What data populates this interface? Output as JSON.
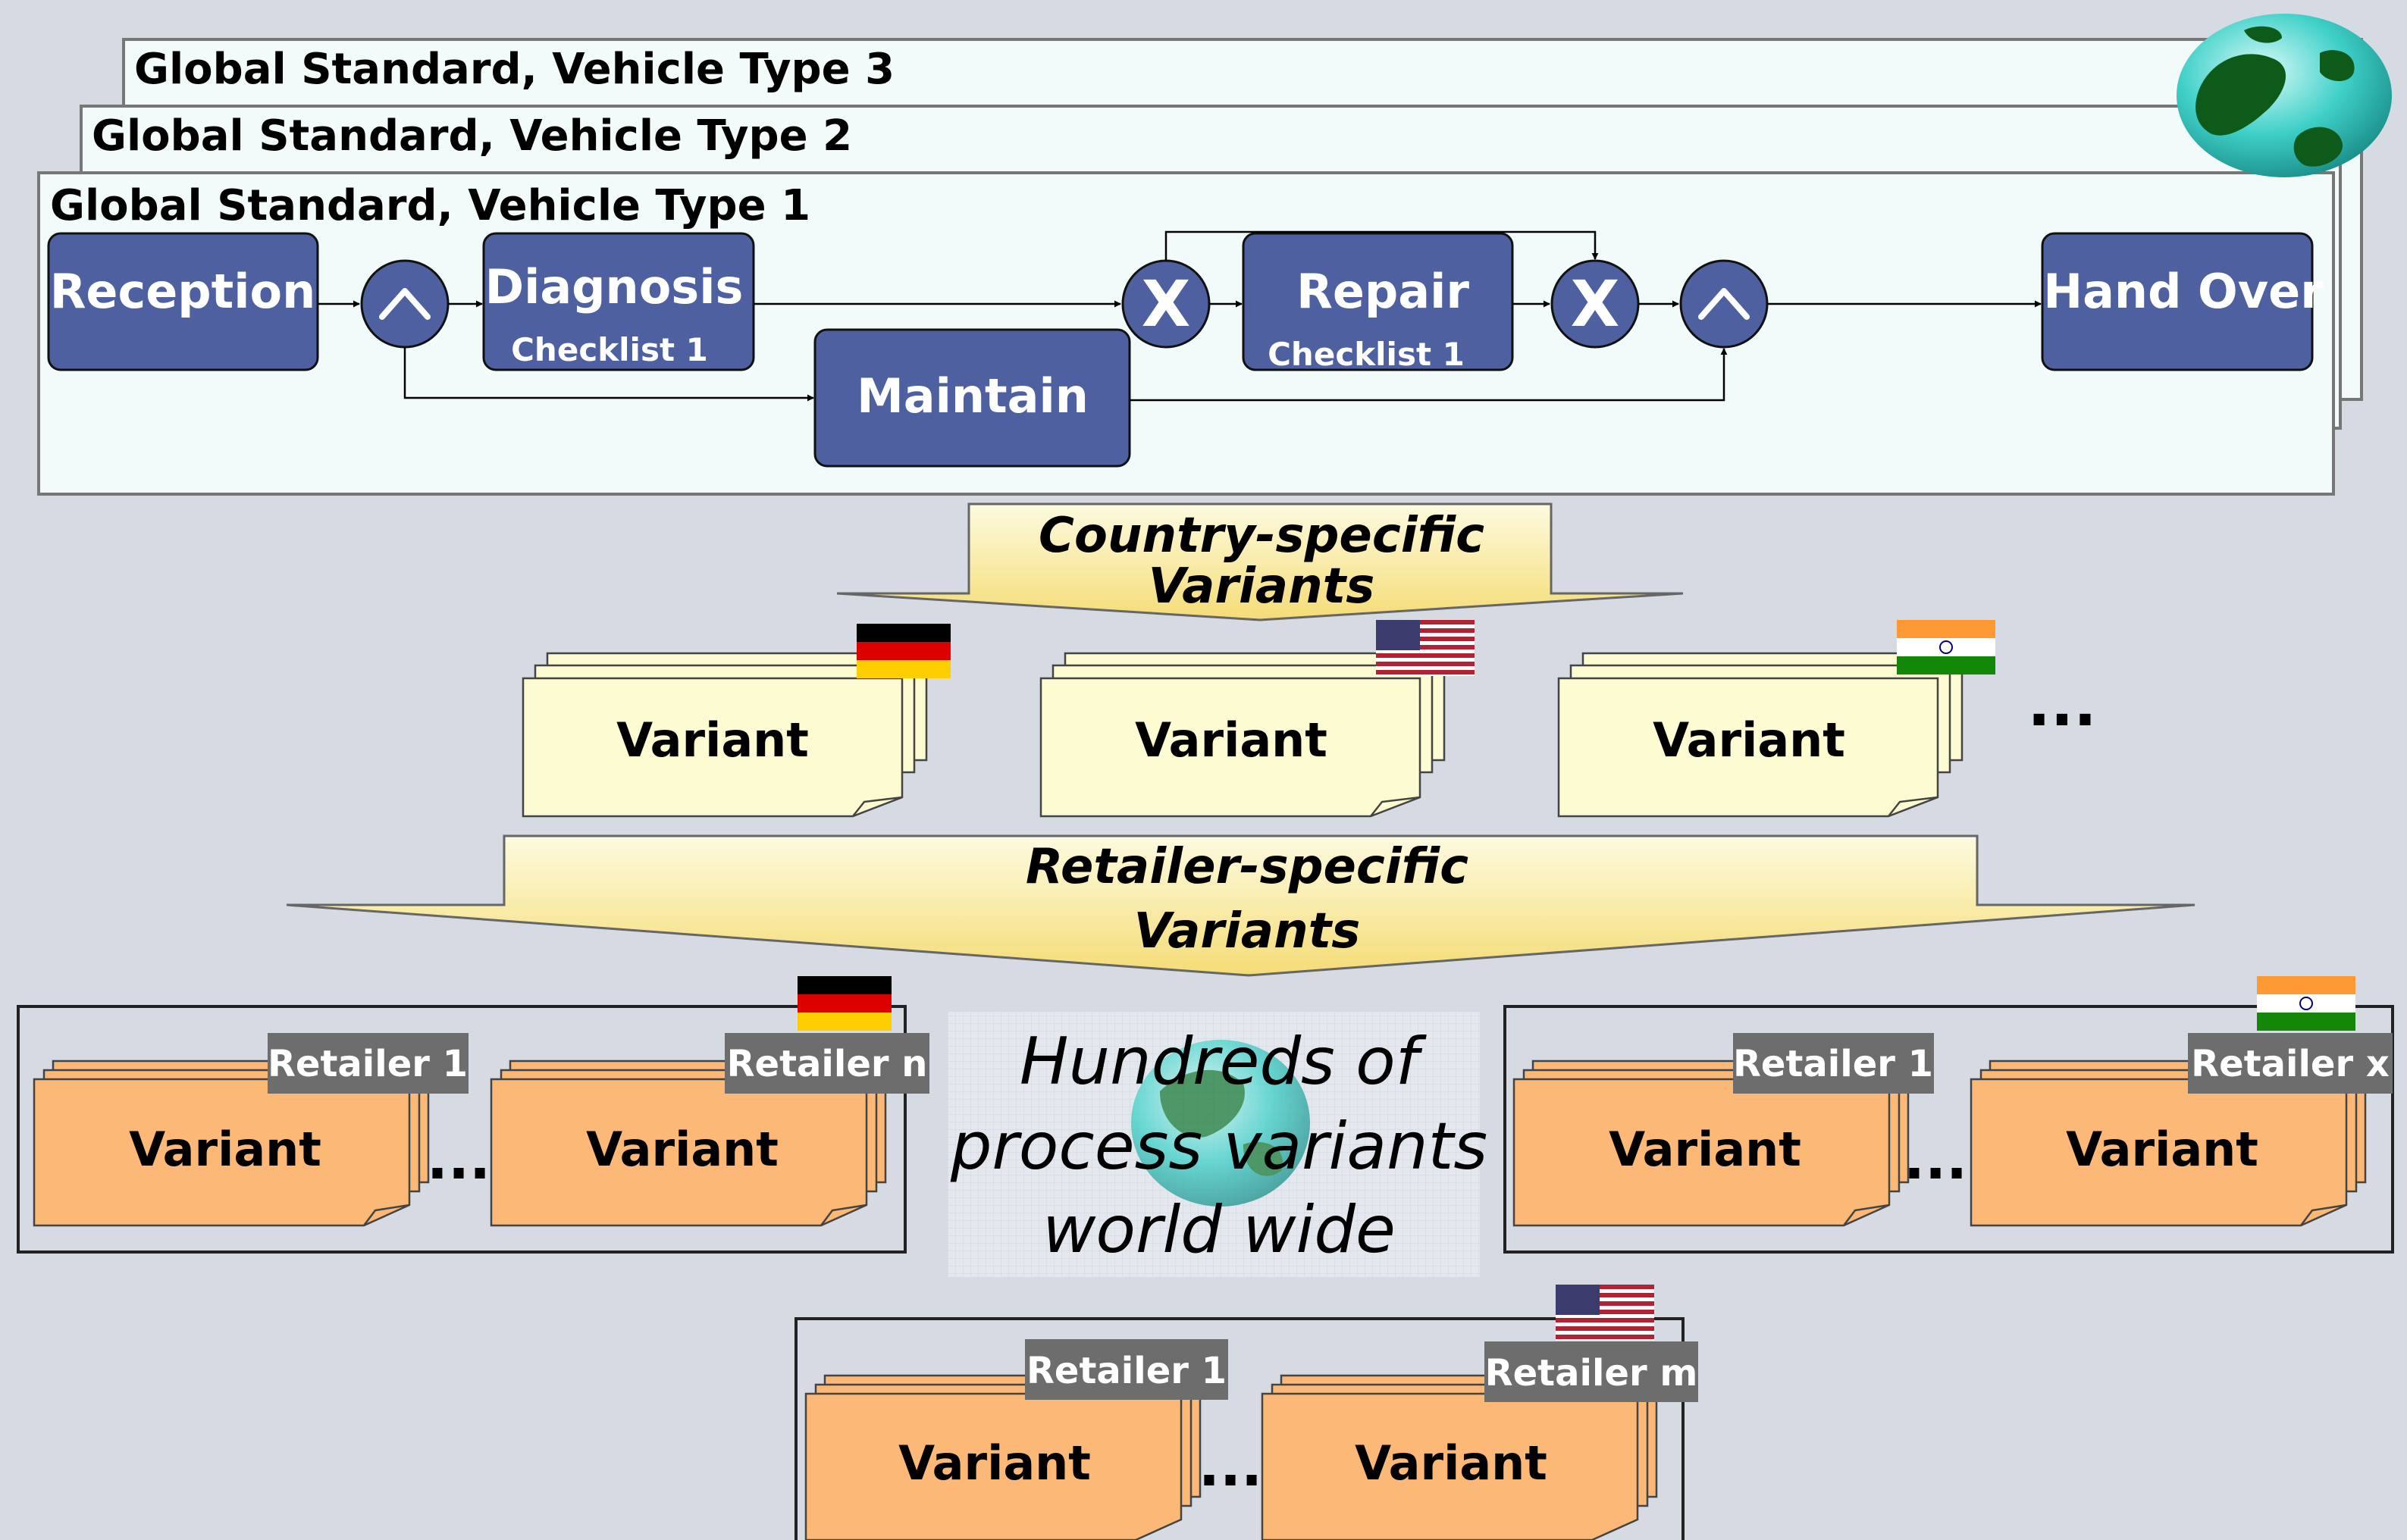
{
  "standards": {
    "type3_title": "Global Standard, Vehicle Type 3",
    "type2_title": "Global Standard, Vehicle Type 2",
    "type1_title": "Global Standard, Vehicle Type 1"
  },
  "process": {
    "reception": "Reception",
    "diagnosis": "Diagnosis",
    "diagnosis_sub": "Checklist 1",
    "maintain": "Maintain",
    "repair": "Repair",
    "repair_sub": "Checklist 1",
    "hand_over": "Hand Over",
    "xor_label": "X"
  },
  "country_arrow": {
    "line1": "Country-specific",
    "line2": "Variants"
  },
  "retailer_arrow": {
    "line1": "Retailer-specific",
    "line2": "Variants"
  },
  "variant_label": "Variant",
  "more_dots": "...",
  "center_text": {
    "line1": "Hundreds of",
    "line2": "process variants",
    "line3": "world wide"
  },
  "retailer_groups": {
    "germany": {
      "first": "Retailer 1",
      "last": "Retailer n"
    },
    "india": {
      "first": "Retailer 1",
      "last": "Retailer x"
    },
    "usa": {
      "first": "Retailer 1",
      "last": "Retailer m"
    }
  },
  "colors": {
    "background": "#d5dae3",
    "process_box": "#4f60a1",
    "variant_yellow": "#fdfbd2",
    "variant_orange": "#fbb877",
    "retailer_tag": "#6d6d6d"
  }
}
